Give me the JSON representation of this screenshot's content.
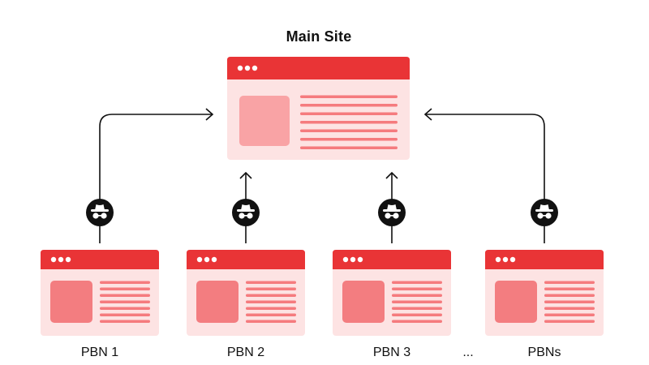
{
  "title": "Main Site",
  "nodes": [
    {
      "label": "PBN 1"
    },
    {
      "label": "PBN 2"
    },
    {
      "label": "PBN 3"
    },
    {
      "label": "PBNs"
    }
  ],
  "ellipsis": "...",
  "colors": {
    "titlebar": "#e93436",
    "window_bg": "#fde3e3",
    "thumb_main": "#f9a3a5",
    "thumb_pbn": "#f37d80",
    "lines": "#f57b7e",
    "arrow": "#111111",
    "icon_bg": "#111111",
    "icon_fg": "#ffffff"
  },
  "icons": {
    "spy": "incognito-spy-icon"
  }
}
